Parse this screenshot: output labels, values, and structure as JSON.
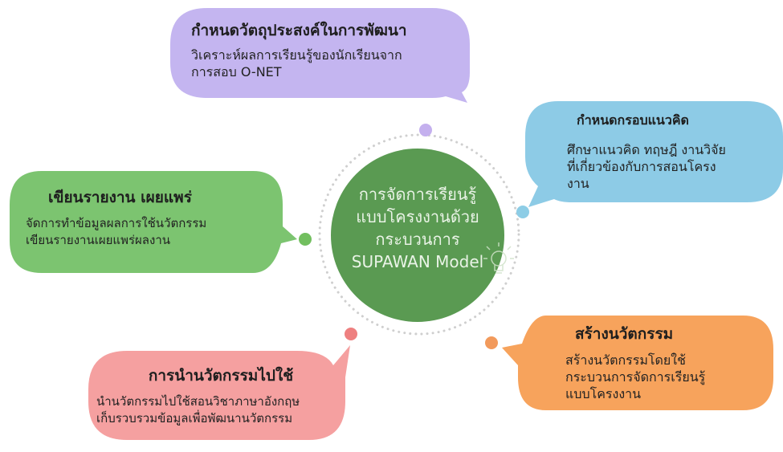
{
  "center": {
    "lines": [
      "การจัดการเรียนรู้",
      "แบบโครงงานด้วย",
      "กระบวนการ",
      "SUPAWAN Model"
    ],
    "icon": "lightbulb-icon"
  },
  "steps": [
    {
      "title": "กำหนดวัตถุประสงค์ในการพัฒนา",
      "body": [
        "วิเคราะห์ผลการเรียนรู้ของนักเรียนจาก",
        "การสอบ O-NET"
      ],
      "color": "#c4b5f0"
    },
    {
      "title": "กำหนดกรอบแนวคิด",
      "body": [
        "ศึกษาแนวคิด ทฤษฎี งานวิจัย",
        "ที่เกี่ยวข้องกับการสอนโครง",
        "งาน"
      ],
      "color": "#8dcbe6"
    },
    {
      "title": "สร้างนวัตกรรม",
      "body": [
        "สร้างนวัตกรรมโดยใช้",
        "กระบวนการจัดการเรียนรู้",
        "แบบโครงงาน"
      ],
      "color": "#f7a35c"
    },
    {
      "title": "การนำนวัตกรรมไปใช้",
      "body": [
        "นำนวัตกรรมไปใช้สอนวิชาภาษาอังกฤษ",
        "เก็บรวบรวมข้อมูลเพื่อพัฒนานวัตกรรม"
      ],
      "color": "#f5a0a0"
    },
    {
      "title": "เขียนรายงาน เผยแพร่",
      "body": [
        "จัดการทำข้อมูลผลการใช้นวัตกรรม",
        "เขียนรายงานเผยแพร่ผลงาน"
      ],
      "color": "#7cc470"
    }
  ],
  "dots": [
    {
      "name": "purple-dot",
      "color": "#c4b0ee"
    },
    {
      "name": "blue-dot",
      "color": "#8dcde6"
    },
    {
      "name": "orange-dot",
      "color": "#f29a5c"
    },
    {
      "name": "red-dot",
      "color": "#ee8080"
    },
    {
      "name": "green-dot",
      "color": "#72bf5f"
    }
  ],
  "colors": {
    "center_circle": "#5a9a52",
    "dotted_ring": "#d0d0d0"
  }
}
